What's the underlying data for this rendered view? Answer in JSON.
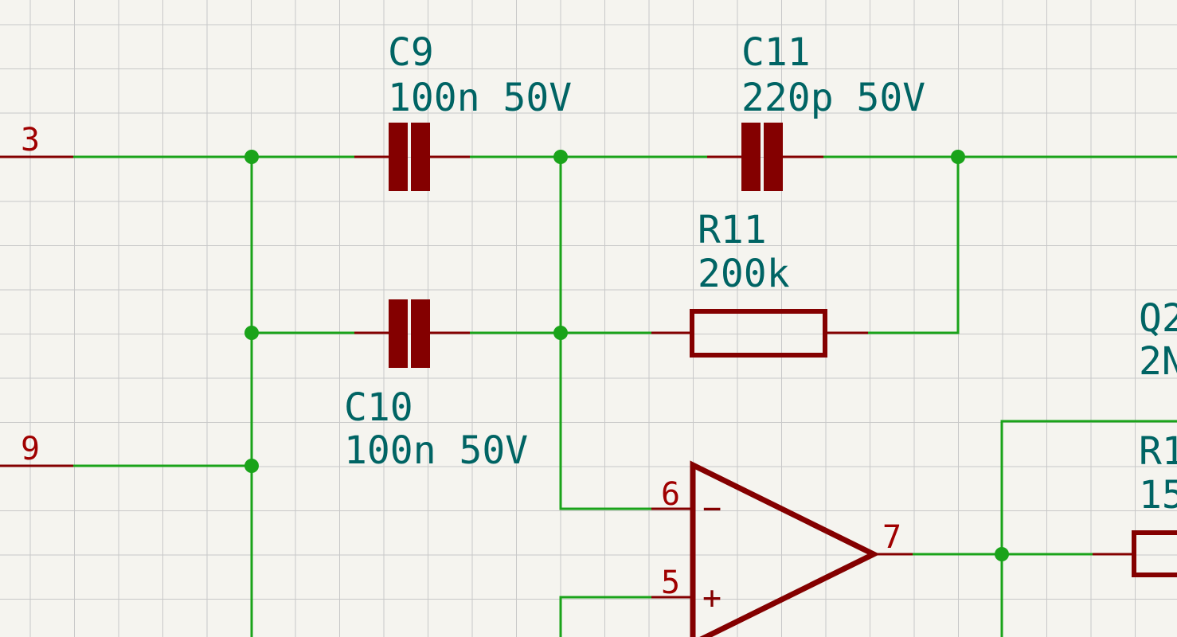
{
  "colors": {
    "background": "#f5f4ef",
    "grid": "#c8c8c8",
    "wire": "#1aa31a",
    "component": "#840000",
    "ref_text": "#006464",
    "pin_text": "#a00000"
  },
  "grid": "on",
  "icons": [
    "junction-dot",
    "capacitor-symbol",
    "resistor-symbol",
    "op-amp-symbol"
  ],
  "net_labels": {
    "n3": "3",
    "n9": "9"
  },
  "components": {
    "c9": {
      "ref": "C9",
      "value": "100n 50V"
    },
    "c10": {
      "ref": "C10",
      "value": "100n 50V"
    },
    "c11": {
      "ref": "C11",
      "value": "220p 50V"
    },
    "r11": {
      "ref": "R11",
      "value": "200k"
    },
    "q2": {
      "ref": "Q2",
      "value": "2N"
    },
    "r1x": {
      "ref": "R1",
      "value": "15"
    }
  },
  "opamp": {
    "pin_inverting": "6",
    "pin_noninverting": "5",
    "pin_output": "7",
    "sym_inverting": "−",
    "sym_noninverting": "+"
  }
}
